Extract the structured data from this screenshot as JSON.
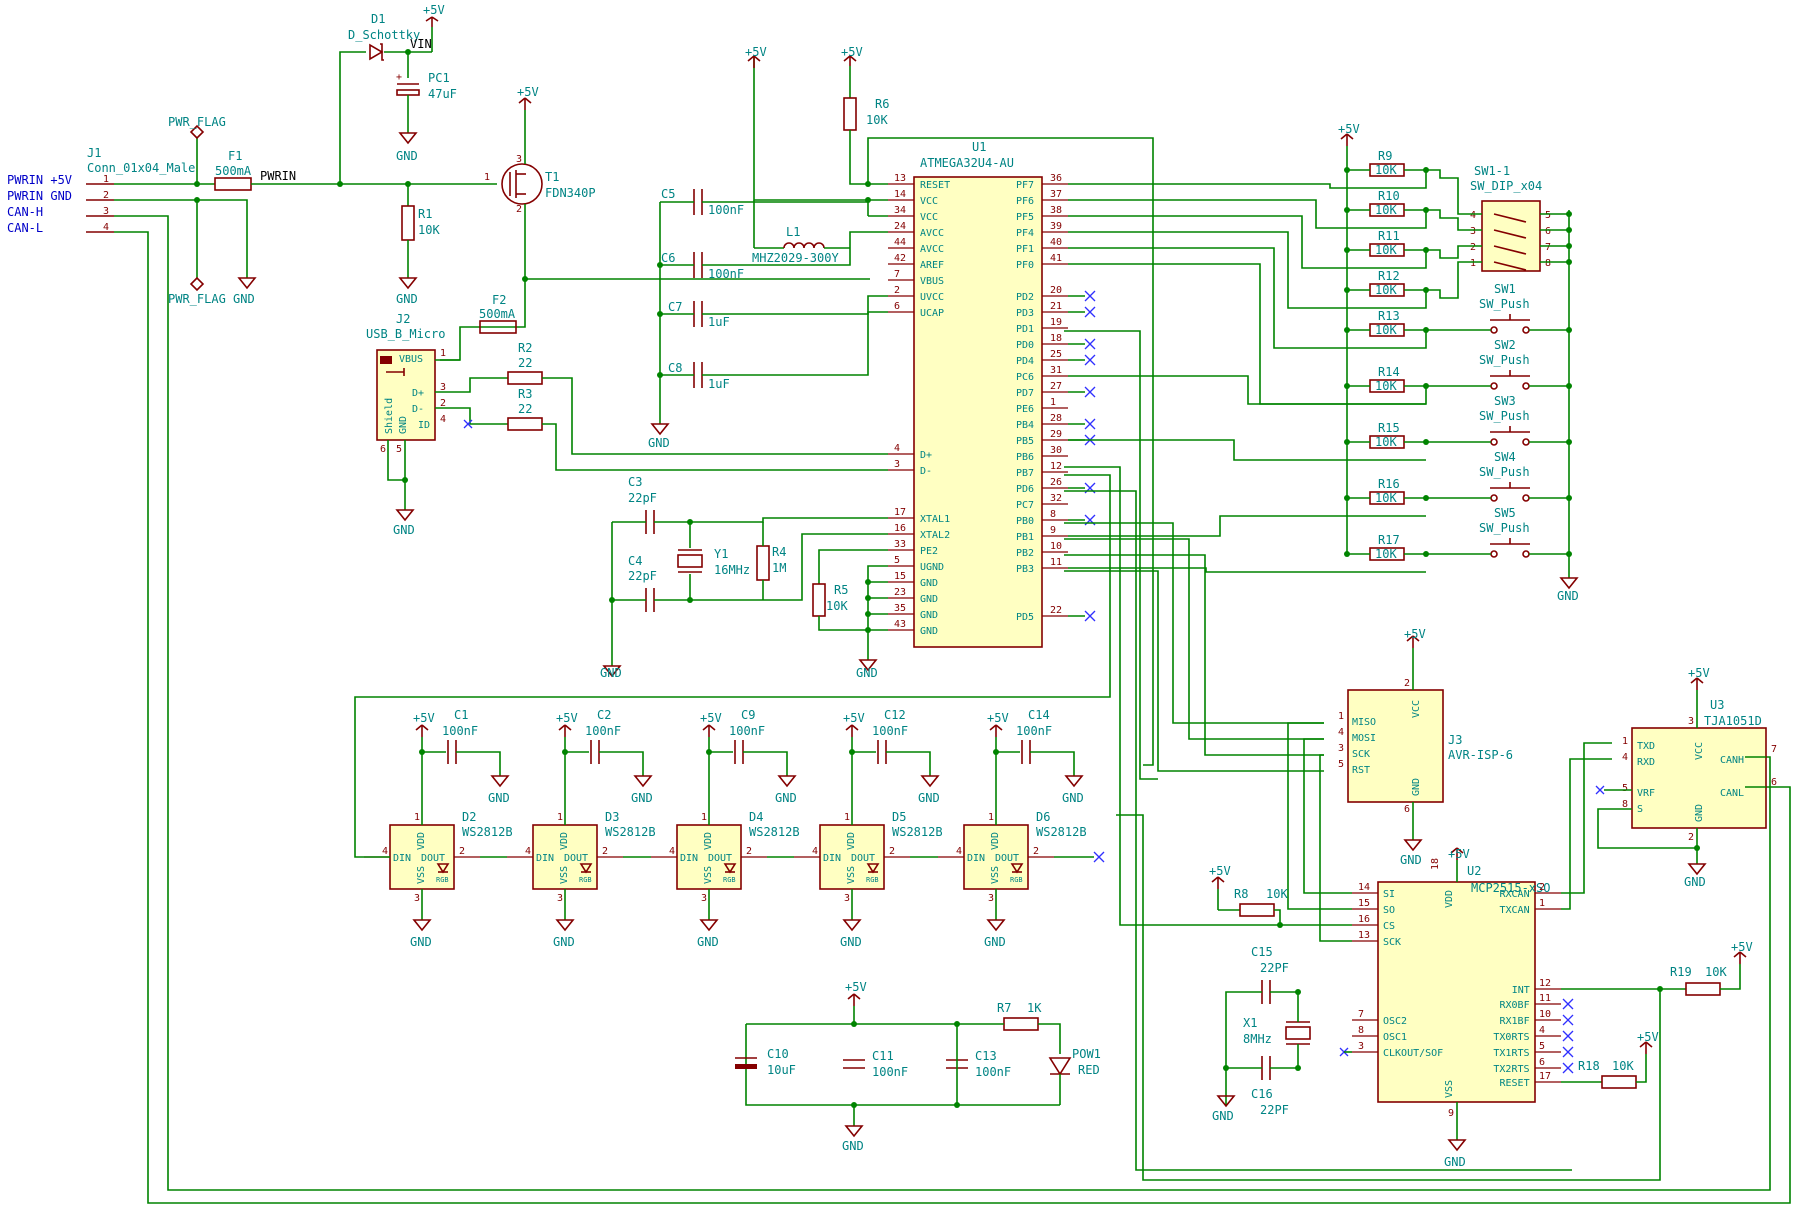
{
  "connector_j1": {
    "ref": "J1",
    "value": "Conn_01x04_Male",
    "signals": [
      "PWRIN +5V",
      "PWRIN GND",
      "CAN-H",
      "CAN-L"
    ],
    "pins": [
      "1",
      "2",
      "3",
      "4"
    ]
  },
  "power": {
    "vcc": "+5V",
    "gnd": "GND",
    "pwr_flag": "PWR_FLAG"
  },
  "nets": {
    "pwrin": "PWRIN",
    "vin": "VIN"
  },
  "input_stage": {
    "d1": {
      "ref": "D1",
      "value": "D_Schottky"
    },
    "pc1": {
      "ref": "PC1",
      "value": "47uF"
    },
    "f1": {
      "ref": "F1",
      "value": "500mA"
    },
    "r1": {
      "ref": "R1",
      "value": "10K"
    },
    "t1": {
      "ref": "T1",
      "value": "FDN340P",
      "pins": [
        "1",
        "2",
        "3"
      ]
    }
  },
  "usb": {
    "j2": {
      "ref": "J2",
      "value": "USB_B_Micro",
      "pins": [
        {
          "num": "1",
          "name": "VBUS"
        },
        {
          "num": "3",
          "name": "D+"
        },
        {
          "num": "2",
          "name": "D-"
        },
        {
          "num": "4",
          "name": "ID"
        },
        {
          "num": "6",
          "name": "Shield"
        },
        {
          "num": "5",
          "name": "GND"
        }
      ]
    },
    "f2": {
      "ref": "F2",
      "value": "500mA"
    },
    "r2": {
      "ref": "R2",
      "value": "22"
    },
    "r3": {
      "ref": "R3",
      "value": "22"
    }
  },
  "mcu": {
    "ref": "U1",
    "value": "ATMEGA32U4-AU",
    "left_pins": [
      {
        "num": "13",
        "name": "RESET"
      },
      {
        "num": "14",
        "name": "VCC"
      },
      {
        "num": "34",
        "name": "VCC"
      },
      {
        "num": "24",
        "name": "AVCC"
      },
      {
        "num": "44",
        "name": "AVCC"
      },
      {
        "num": "42",
        "name": "AREF"
      },
      {
        "num": "7",
        "name": "VBUS"
      },
      {
        "num": "2",
        "name": "UVCC"
      },
      {
        "num": "6",
        "name": "UCAP"
      },
      {
        "num": "4",
        "name": "D+"
      },
      {
        "num": "3",
        "name": "D-"
      },
      {
        "num": "17",
        "name": "XTAL1"
      },
      {
        "num": "16",
        "name": "XTAL2"
      },
      {
        "num": "33",
        "name": "PE2"
      },
      {
        "num": "5",
        "name": "UGND"
      },
      {
        "num": "15",
        "name": "GND"
      },
      {
        "num": "23",
        "name": "GND"
      },
      {
        "num": "35",
        "name": "GND"
      },
      {
        "num": "43",
        "name": "GND"
      }
    ],
    "right_pins": [
      {
        "num": "36",
        "name": "PF7"
      },
      {
        "num": "37",
        "name": "PF6"
      },
      {
        "num": "38",
        "name": "PF5"
      },
      {
        "num": "39",
        "name": "PF4"
      },
      {
        "num": "40",
        "name": "PF1"
      },
      {
        "num": "41",
        "name": "PF0"
      },
      {
        "num": "20",
        "name": "PD2"
      },
      {
        "num": "21",
        "name": "PD3"
      },
      {
        "num": "19",
        "name": "PD1"
      },
      {
        "num": "18",
        "name": "PD0"
      },
      {
        "num": "25",
        "name": "PD4"
      },
      {
        "num": "31",
        "name": "PC6"
      },
      {
        "num": "27",
        "name": "PD7"
      },
      {
        "num": "1",
        "name": "PE6"
      },
      {
        "num": "28",
        "name": "PB4"
      },
      {
        "num": "29",
        "name": "PB5"
      },
      {
        "num": "30",
        "name": "PB6"
      },
      {
        "num": "12",
        "name": "PB7"
      },
      {
        "num": "26",
        "name": "PD6"
      },
      {
        "num": "32",
        "name": "PC7"
      },
      {
        "num": "8",
        "name": "PB0"
      },
      {
        "num": "9",
        "name": "PB1"
      },
      {
        "num": "10",
        "name": "PB2"
      },
      {
        "num": "11",
        "name": "PB3"
      },
      {
        "num": "22",
        "name": "PD5"
      }
    ]
  },
  "mcu_support": {
    "c5": {
      "ref": "C5",
      "value": "100nF"
    },
    "c6": {
      "ref": "C6",
      "value": "100nF"
    },
    "c7": {
      "ref": "C7",
      "value": "1uF"
    },
    "c8": {
      "ref": "C8",
      "value": "1uF"
    },
    "l1": {
      "ref": "L1",
      "value": "MHZ2029-300Y"
    },
    "r6": {
      "ref": "R6",
      "value": "10K"
    },
    "c3": {
      "ref": "C3",
      "value": "22pF"
    },
    "c4": {
      "ref": "C4",
      "value": "22pF"
    },
    "y1": {
      "ref": "Y1",
      "value": "16MHz"
    },
    "r4": {
      "ref": "R4",
      "value": "1M"
    },
    "r5": {
      "ref": "R5",
      "value": "10K"
    }
  },
  "switches": {
    "sw_dip": {
      "ref": "SW1-1",
      "value": "SW_DIP_x04",
      "left_pins": [
        "4",
        "3",
        "2",
        "1"
      ],
      "right_pins": [
        "5",
        "6",
        "7",
        "8"
      ]
    },
    "resistors": [
      {
        "ref": "R9",
        "value": "10K"
      },
      {
        "ref": "R10",
        "value": "10K"
      },
      {
        "ref": "R11",
        "value": "10K"
      },
      {
        "ref": "R12",
        "value": "10K"
      },
      {
        "ref": "R13",
        "value": "10K"
      },
      {
        "ref": "R14",
        "value": "10K"
      },
      {
        "ref": "R15",
        "value": "10K"
      },
      {
        "ref": "R16",
        "value": "10K"
      },
      {
        "ref": "R17",
        "value": "10K"
      }
    ],
    "push": [
      {
        "ref": "SW1",
        "value": "SW_Push"
      },
      {
        "ref": "SW2",
        "value": "SW_Push"
      },
      {
        "ref": "SW3",
        "value": "SW_Push"
      },
      {
        "ref": "SW4",
        "value": "SW_Push"
      },
      {
        "ref": "SW5",
        "value": "SW_Push"
      }
    ]
  },
  "leds": {
    "chain": [
      {
        "ref": "D2",
        "value": "WS2812B",
        "cap_ref": "C1",
        "cap_value": "100nF"
      },
      {
        "ref": "D3",
        "value": "WS2812B",
        "cap_ref": "C2",
        "cap_value": "100nF"
      },
      {
        "ref": "D4",
        "value": "WS2812B",
        "cap_ref": "C9",
        "cap_value": "100nF"
      },
      {
        "ref": "D5",
        "value": "WS2812B",
        "cap_ref": "C12",
        "cap_value": "100nF"
      },
      {
        "ref": "D6",
        "value": "WS2812B",
        "cap_ref": "C14",
        "cap_value": "100nF"
      }
    ],
    "pin_names": {
      "vdd": "VDD",
      "vss": "VSS",
      "din": "DIN",
      "dout": "DOUT",
      "rgb": "RGB"
    },
    "pin_nums": {
      "vdd": "1",
      "vss": "3",
      "din": "4",
      "dout": "2"
    }
  },
  "power_filter": {
    "c10": {
      "ref": "C10",
      "value": "10uF"
    },
    "c11": {
      "ref": "C11",
      "value": "100nF"
    },
    "c13": {
      "ref": "C13",
      "value": "100nF"
    },
    "r7": {
      "ref": "R7",
      "value": "1K"
    },
    "pow1": {
      "ref": "POW1",
      "value": "RED"
    }
  },
  "isp": {
    "ref": "J3",
    "value": "AVR-ISP-6",
    "pins": [
      {
        "num": "1",
        "name": "MISO"
      },
      {
        "num": "4",
        "name": "MOSI"
      },
      {
        "num": "3",
        "name": "SCK"
      },
      {
        "num": "5",
        "name": "RST"
      }
    ],
    "vcc": {
      "num": "2",
      "name": "VCC"
    },
    "gnd": {
      "num": "6",
      "name": "GND"
    }
  },
  "can_transceiver": {
    "ref": "U3",
    "value": "TJA1051D",
    "left_pins": [
      {
        "num": "1",
        "name": "TXD"
      },
      {
        "num": "4",
        "name": "RXD"
      },
      {
        "num": "5",
        "name": "VRF"
      },
      {
        "num": "8",
        "name": "S"
      }
    ],
    "right_pins": [
      {
        "num": "7",
        "name": "CANH"
      },
      {
        "num": "6",
        "name": "CANL"
      }
    ],
    "vcc": {
      "num": "3",
      "name": "VCC"
    },
    "gnd": {
      "num": "2",
      "name": "GND"
    }
  },
  "can_controller": {
    "ref": "U2",
    "value": "MCP2515-xSO",
    "left_pins": [
      {
        "num": "14",
        "name": "SI"
      },
      {
        "num": "15",
        "name": "SO"
      },
      {
        "num": "16",
        "name": "CS"
      },
      {
        "num": "13",
        "name": "SCK"
      },
      {
        "num": "7",
        "name": "OSC2"
      },
      {
        "num": "8",
        "name": "OSC1"
      },
      {
        "num": "3",
        "name": "CLKOUT/SOF"
      }
    ],
    "right_pins": [
      {
        "num": "2",
        "name": "RXCAN"
      },
      {
        "num": "1",
        "name": "TXCAN"
      },
      {
        "num": "12",
        "name": "INT"
      },
      {
        "num": "11",
        "name": "RX0BF"
      },
      {
        "num": "10",
        "name": "RX1BF"
      },
      {
        "num": "4",
        "name": "TX0RTS"
      },
      {
        "num": "5",
        "name": "TX1RTS"
      },
      {
        "num": "6",
        "name": "TX2RTS"
      },
      {
        "num": "17",
        "name": "RESET"
      }
    ],
    "vdd": {
      "num": "18",
      "name": "VDD"
    },
    "vss": {
      "num": "9",
      "name": "VSS"
    },
    "r8": {
      "ref": "R8",
      "value": "10K"
    },
    "r18": {
      "ref": "R18",
      "value": "10K"
    },
    "r19": {
      "ref": "R19",
      "value": "10K"
    },
    "c15": {
      "ref": "C15",
      "value": "22PF"
    },
    "c16": {
      "ref": "C16",
      "value": "22PF"
    },
    "x1": {
      "ref": "X1",
      "value": "8MHz"
    }
  },
  "colors": {
    "wire": "#008400",
    "symbol": "#840000",
    "ic_fill": "#ffffc2",
    "text": "#008484",
    "label": "#0000c8",
    "noconnect": "#3030ff"
  }
}
